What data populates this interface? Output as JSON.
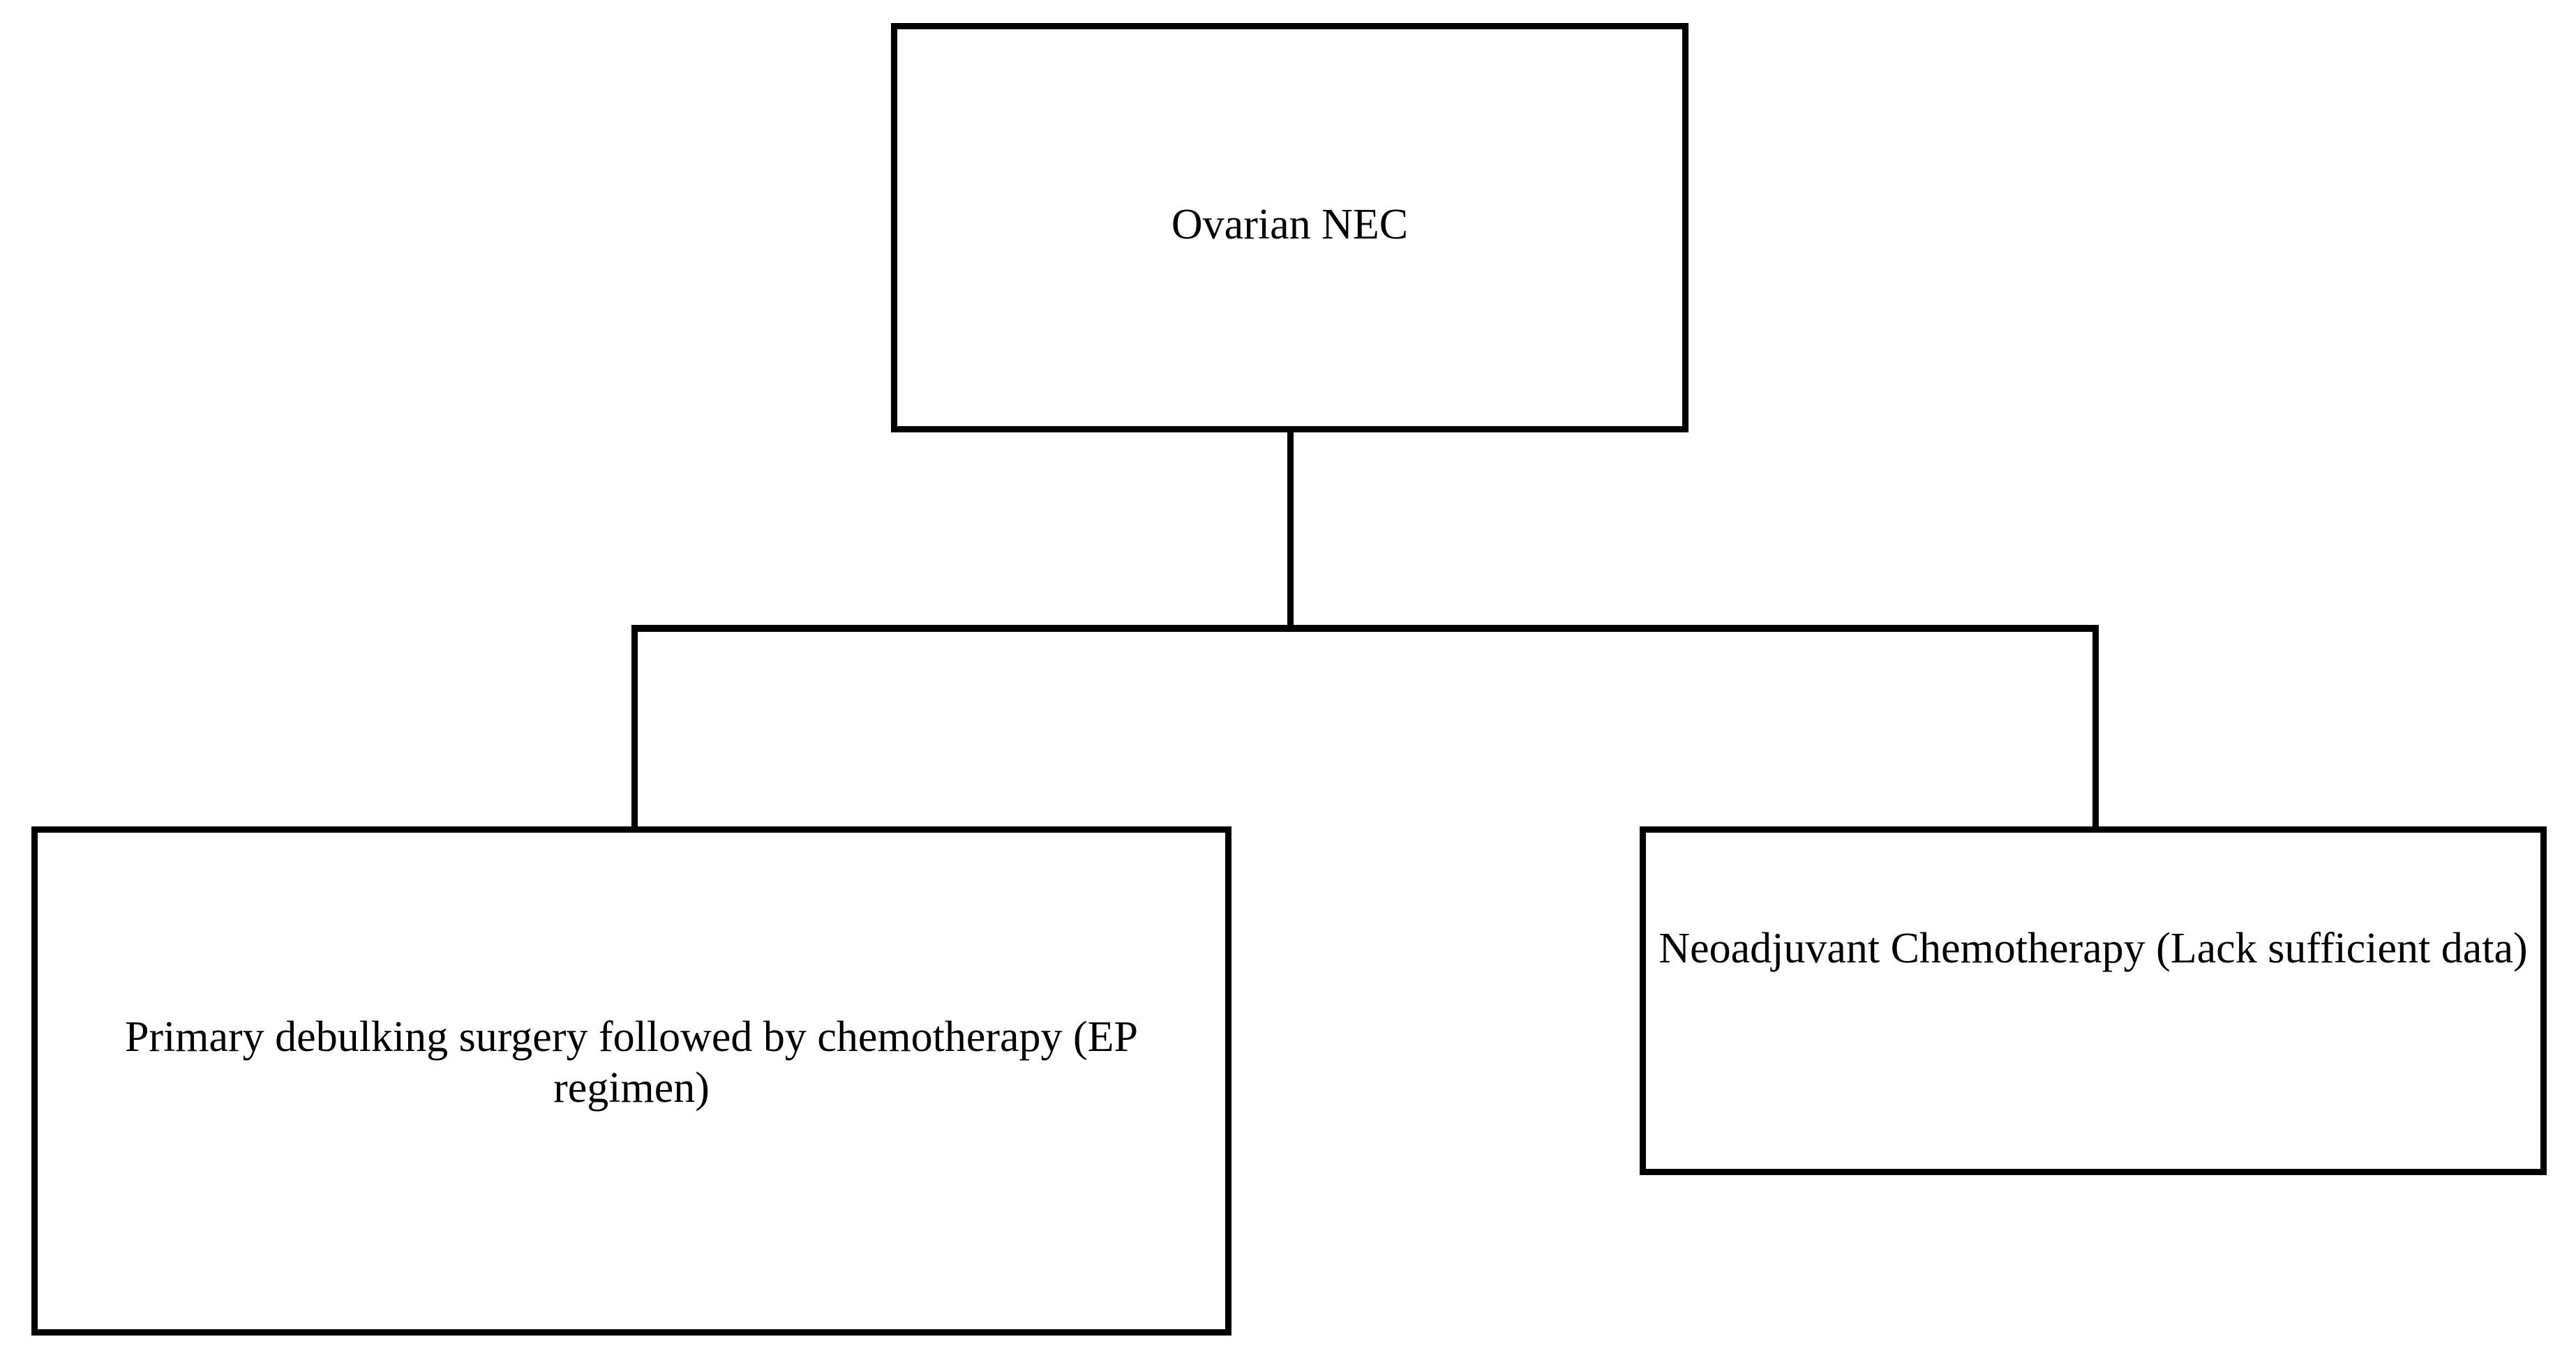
{
  "diagram": {
    "type": "flowchart",
    "orientation": "top-down",
    "background_color": "#ffffff",
    "line_color": "#000000",
    "text_color": "#000000",
    "nodes": {
      "root": {
        "label": "Ovarian NEC"
      },
      "left_child": {
        "label": "Primary debulking surgery followed by chemotherapy (EP regimen)"
      },
      "right_child": {
        "label": "Neoadjuvant Chemotherapy (Lack sufficient data)"
      }
    },
    "edges": [
      {
        "from": "root",
        "to": "left_child"
      },
      {
        "from": "root",
        "to": "right_child"
      }
    ]
  }
}
